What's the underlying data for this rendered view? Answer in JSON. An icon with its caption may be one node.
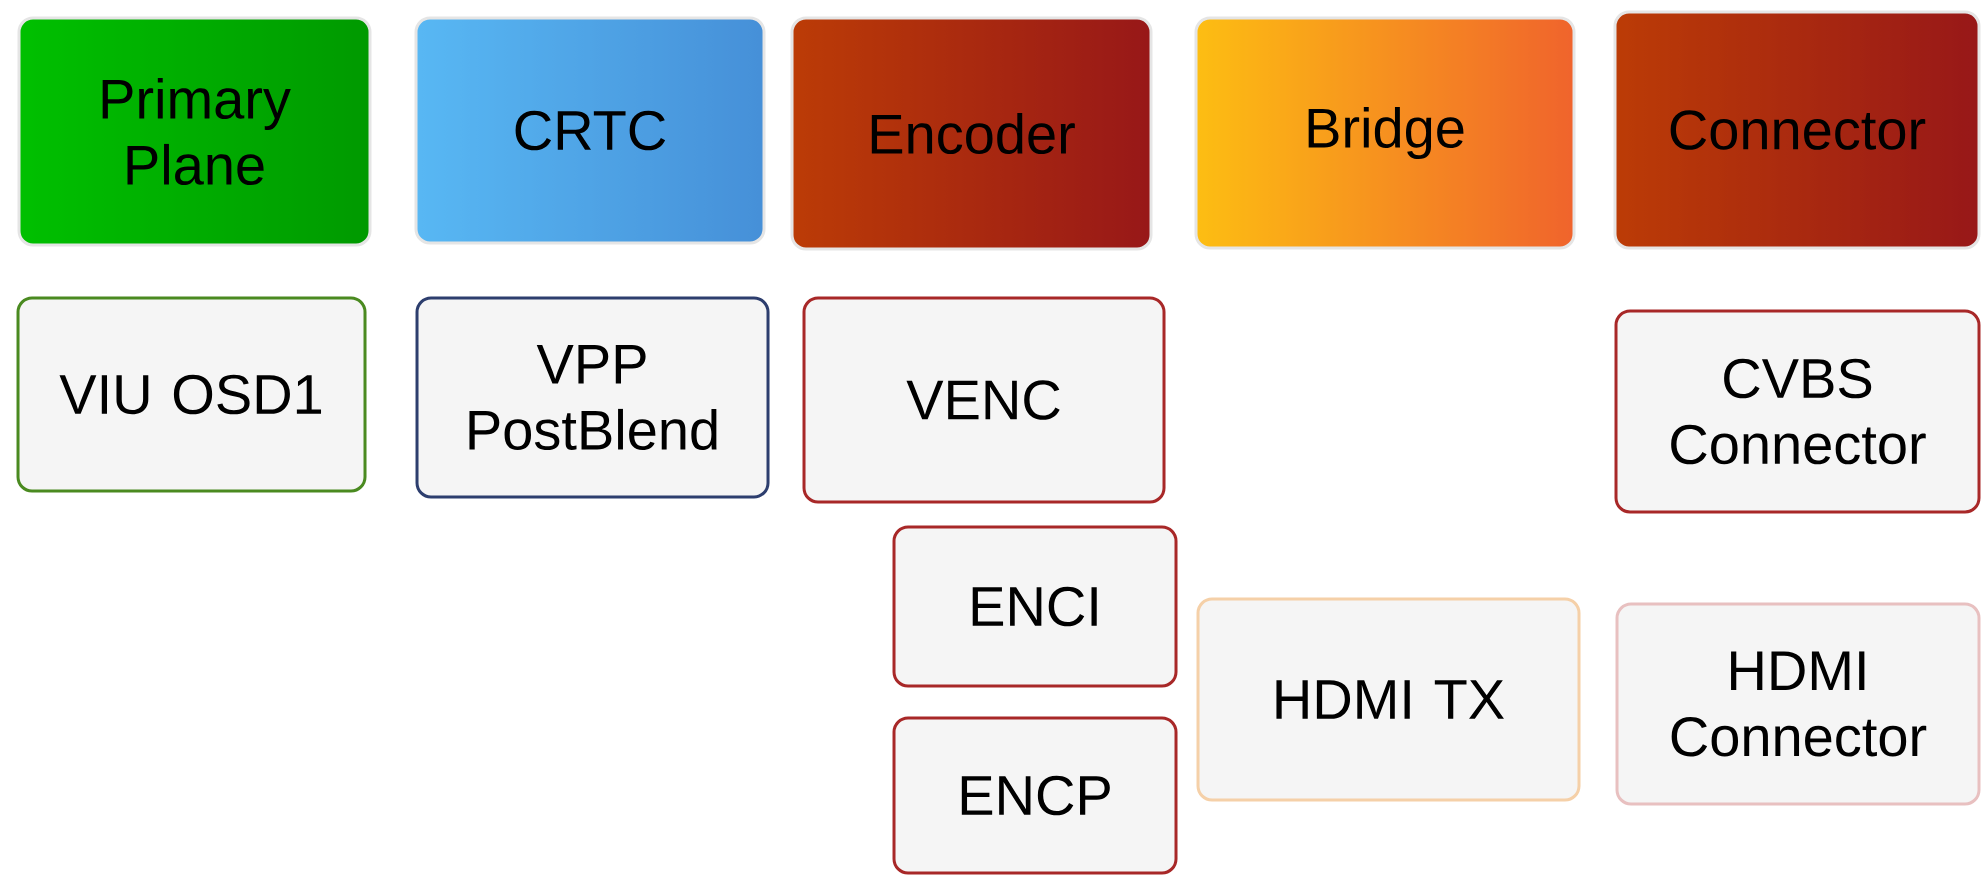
{
  "diagram": {
    "nodes": [
      {
        "text": [
          "Primary Plane"
        ]
      },
      {
        "text": [
          "CRTC"
        ]
      },
      {
        "text": [
          "Encoder"
        ]
      },
      {
        "text": [
          "Bridge"
        ]
      },
      {
        "text": [
          "Connector"
        ]
      },
      {
        "text": [
          "VIU OSD1"
        ]
      },
      {
        "text": [
          "VPP PostBlend"
        ]
      },
      {
        "text": [
          "VENC"
        ]
      },
      {
        "text": [
          "ENCI"
        ]
      },
      {
        "text": [
          "ENCP"
        ]
      },
      {
        "text": [
          "HDMI TX"
        ]
      },
      {
        "text": [
          "CVBS Connector"
        ]
      },
      {
        "text": [
          "HDMI Connector"
        ]
      }
    ]
  }
}
